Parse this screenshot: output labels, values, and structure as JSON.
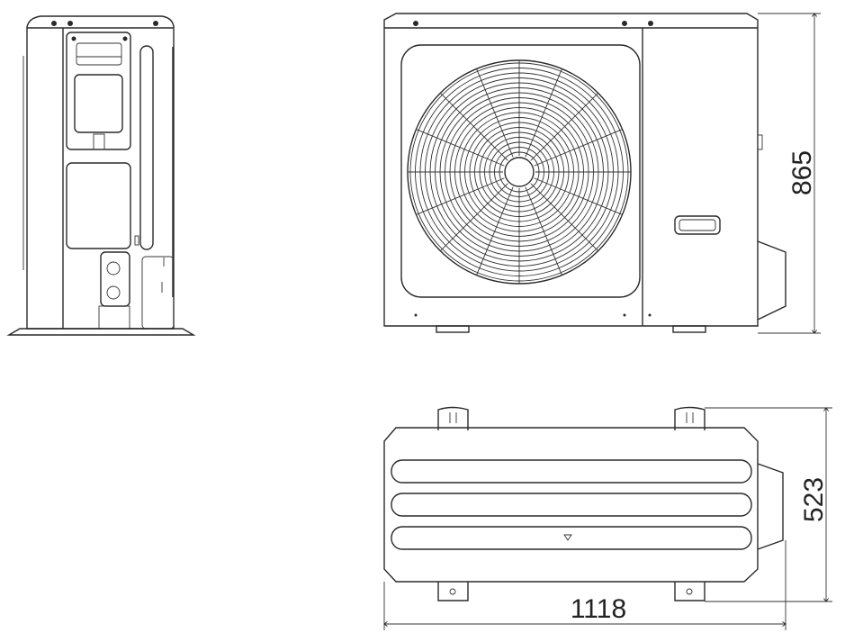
{
  "dimensions": {
    "height": "865",
    "depth": "523",
    "width": "1118"
  },
  "views": [
    "side-view",
    "front-view",
    "top-view"
  ]
}
